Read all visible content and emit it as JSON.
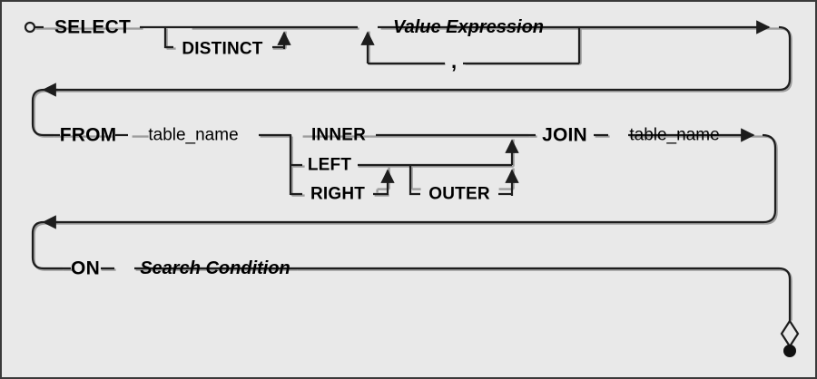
{
  "diagram": {
    "title": "SQL SELECT statement syntax diagram",
    "type": "railroad-syntax-diagram",
    "colors": {
      "background": "#e9e9e9",
      "border": "#3a3a3a",
      "line": "#2b2b2b",
      "text": "#000000",
      "shadow": "#9a9a9a"
    },
    "start_marker": "circle-dash-start-icon",
    "end_marker": "diamond-dot-end-icon",
    "rows": [
      {
        "id": "row-select",
        "nodes": [
          {
            "name": "select-keyword",
            "text": "SELECT",
            "style": "keyword"
          },
          {
            "name": "distinct-keyword",
            "text": "DISTINCT",
            "style": "keyword",
            "optional": true
          },
          {
            "name": "value-expression-placeholder",
            "text": "Value Expression",
            "style": "placeholder",
            "repeatable": true
          },
          {
            "name": "comma-separator",
            "text": ",",
            "style": "separator"
          }
        ]
      },
      {
        "id": "row-from-join",
        "nodes": [
          {
            "name": "from-keyword",
            "text": "FROM",
            "style": "keyword"
          },
          {
            "name": "from-table-name",
            "text": "table_name",
            "style": "nonterminal"
          },
          {
            "name": "inner-keyword",
            "text": "INNER",
            "style": "keyword"
          },
          {
            "name": "left-keyword",
            "text": "LEFT",
            "style": "keyword"
          },
          {
            "name": "right-keyword",
            "text": "RIGHT",
            "style": "keyword"
          },
          {
            "name": "outer-keyword",
            "text": "OUTER",
            "style": "keyword",
            "optional": true
          },
          {
            "name": "join-keyword",
            "text": "JOIN",
            "style": "keyword"
          },
          {
            "name": "join-table-name",
            "text": "table_name",
            "style": "nonterminal"
          }
        ]
      },
      {
        "id": "row-on",
        "nodes": [
          {
            "name": "on-keyword",
            "text": "ON",
            "style": "keyword"
          },
          {
            "name": "search-condition-placeholder",
            "text": "Search Condition",
            "style": "placeholder"
          }
        ]
      }
    ]
  },
  "labels": {
    "select": "SELECT",
    "distinct": "DISTINCT",
    "value_expression": "Value Expression",
    "comma": ",",
    "from": "FROM",
    "table_name_from": "table_name",
    "inner": "INNER",
    "left": "LEFT",
    "right": "RIGHT",
    "outer": "OUTER",
    "join": "JOIN",
    "table_name_join": "table_name",
    "on": "ON",
    "search_condition": "Search Condition"
  }
}
